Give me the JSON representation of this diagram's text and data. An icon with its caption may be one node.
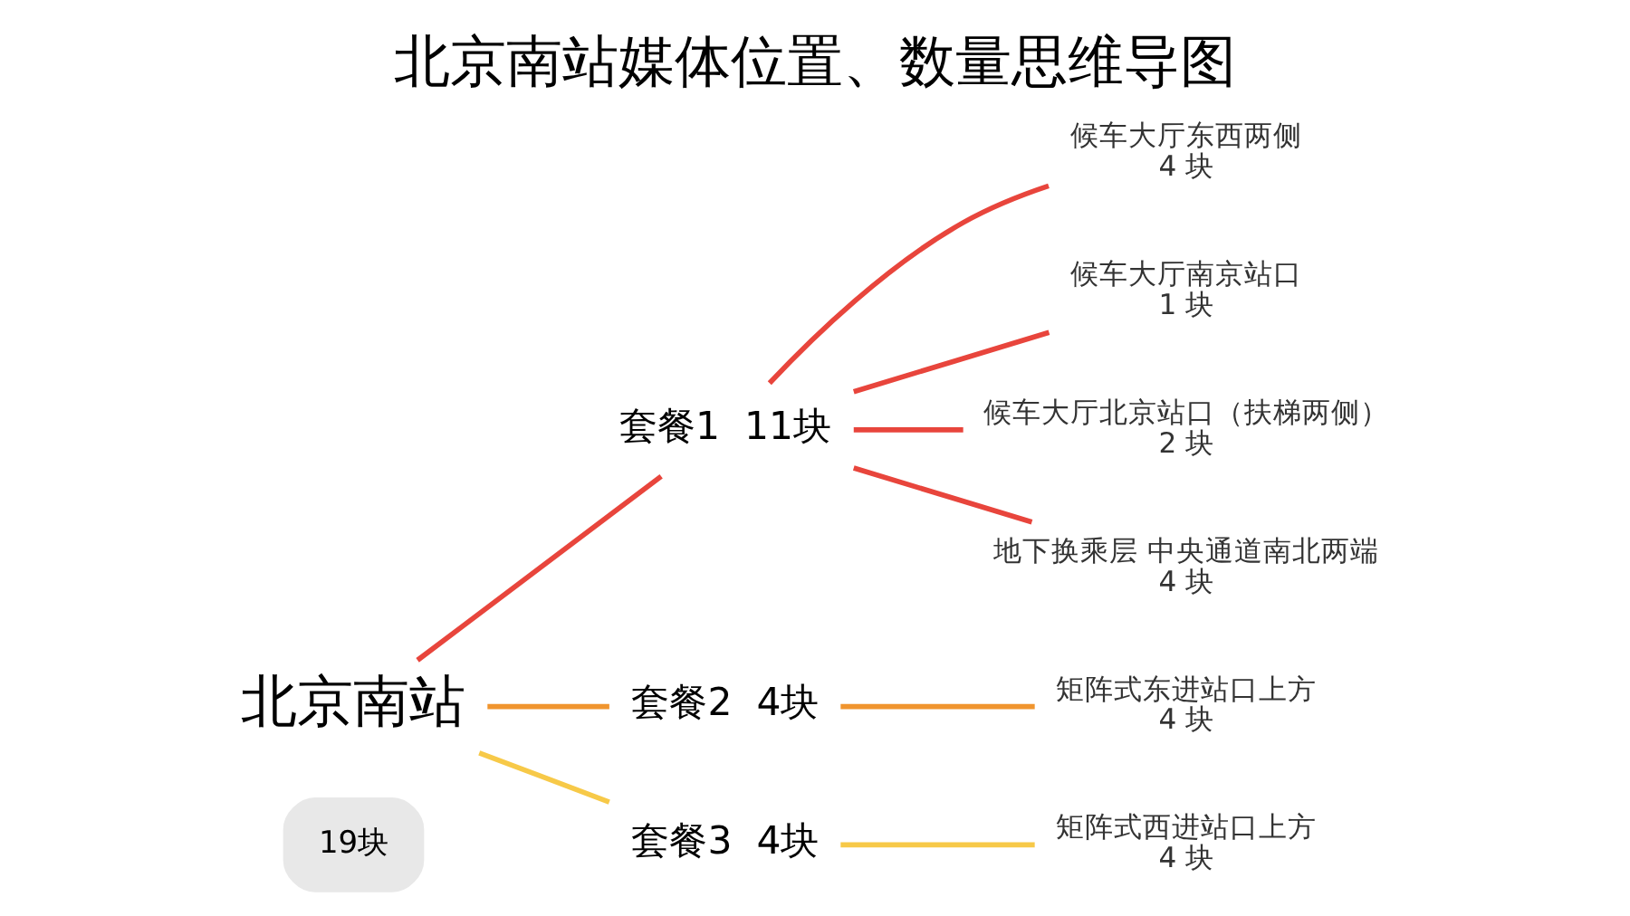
{
  "diagram": {
    "title": "北京南站媒体位置、数量思维导图",
    "nodes": [
      {
        "text": [
          "北京南站"
        ]
      },
      {
        "text": [
          "19块"
        ]
      },
      {
        "text": [
          "套餐1  11块"
        ]
      },
      {
        "text": [
          "候车大厅东西两侧",
          "4 块"
        ]
      },
      {
        "text": [
          "候车大厅南京站口",
          "1 块"
        ]
      },
      {
        "text": [
          "候车大厅北京站口（扶梯两侧）",
          "2 块"
        ]
      },
      {
        "text": [
          "地下换乘层 中央通道南北两端",
          "4 块"
        ]
      },
      {
        "text": [
          "套餐2  4块"
        ]
      },
      {
        "text": [
          "矩阵式东进站口上方",
          "4 块"
        ]
      },
      {
        "text": [
          "套餐3  4块"
        ]
      },
      {
        "text": [
          "矩阵式西进站口上方",
          "4 块"
        ]
      }
    ],
    "edges": [
      {
        "from": 0,
        "to": 2,
        "arrow": "none"
      },
      {
        "from": 2,
        "to": 3,
        "arrow": "none"
      },
      {
        "from": 2,
        "to": 4,
        "arrow": "none"
      },
      {
        "from": 2,
        "to": 5,
        "arrow": "none"
      },
      {
        "from": 2,
        "to": 6,
        "arrow": "none"
      },
      {
        "from": 0,
        "to": 7,
        "arrow": "none",
        "color": "#f0952e"
      },
      {
        "from": 7,
        "to": 8,
        "arrow": "none",
        "color": "#f0952e"
      },
      {
        "from": 0,
        "to": 9,
        "arrow": "none",
        "color": "#f7c948"
      },
      {
        "from": 9,
        "to": 10,
        "arrow": "none",
        "color": "#f7c948"
      }
    ]
  }
}
